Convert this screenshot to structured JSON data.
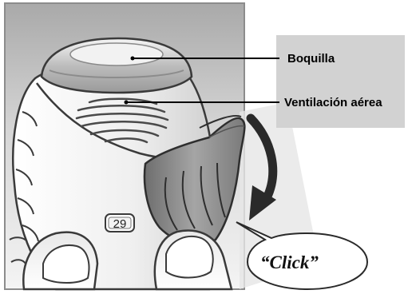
{
  "labels": {
    "mouthpiece": "Boquilla",
    "air_vent": "Ventilación aérea"
  },
  "counter": "29",
  "click_text": "“Click”",
  "colors": {
    "panel_background": "#c9c9c9",
    "label_box": "#d2d2d2",
    "outline": "#3a3a3a",
    "device_body": "#efefef",
    "cover": "#8a8a8a"
  }
}
